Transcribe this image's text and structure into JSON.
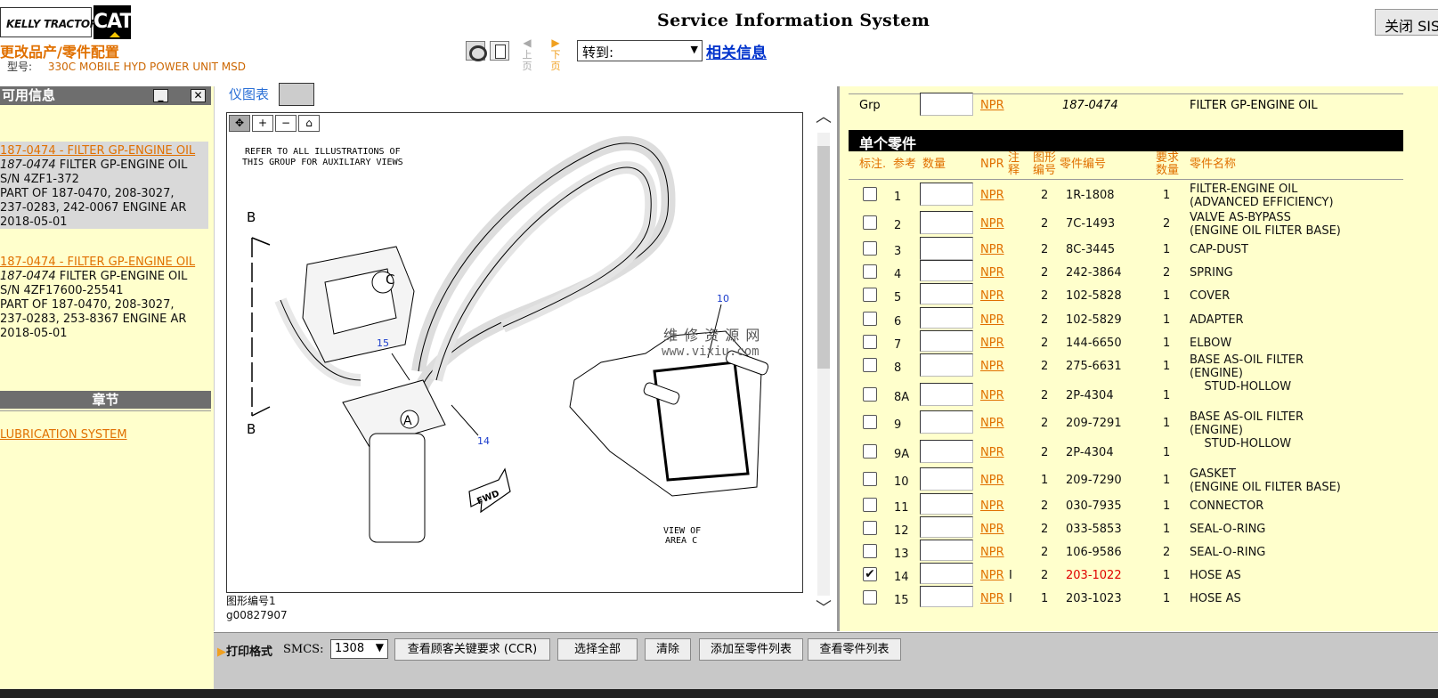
{
  "header": {
    "brand_left": "KELLY TRACTOR",
    "brand_right": "CAT",
    "title": "Service Information System",
    "close_button": "关闭 SIS",
    "subtitle": "更改品产/零件配置",
    "model_label": "型号:",
    "model_value": "330C MOBILE HYD POWER UNIT MSD",
    "nav_prev": [
      "◀",
      "上",
      "页"
    ],
    "nav_next": [
      "▶",
      "下",
      "页"
    ],
    "goto_value": "转到:",
    "related_link": "相关信息"
  },
  "left": {
    "header": "可用信息",
    "min_btn": "_",
    "close_btn": "✕",
    "entries": [
      {
        "link": "187-0474 - FILTER GP-ENGINE OIL",
        "part_italic": "187-0474",
        "part_rest": " FILTER GP-ENGINE OIL",
        "sn": "S/N 4ZF1-372",
        "line3": "PART OF 187-0470, 208-3027,",
        "line4": "237-0283, 242-0067 ENGINE AR",
        "date": "2018-05-01"
      },
      {
        "link": "187-0474 - FILTER GP-ENGINE OIL",
        "part_italic": "187-0474",
        "part_rest": " FILTER GP-ENGINE OIL",
        "sn": "S/N 4ZF17600-25541",
        "line3": "PART OF 187-0470, 208-3027,",
        "line4": "237-0283, 253-8367 ENGINE AR",
        "date": "2018-05-01"
      }
    ],
    "chapter_header": "章节",
    "chapter_link": "LUBRICATION SYSTEM"
  },
  "center": {
    "illus_tab": "仪图表",
    "tools": [
      "✥",
      "+",
      "−",
      "⌂"
    ],
    "drawing": {
      "note_line1": "REFER TO ALL ILLUSTRATIONS OF",
      "note_line2": "THIS GROUP FOR AUXILIARY VIEWS",
      "callout_10": "10",
      "callout_15": "15",
      "callout_14": "14",
      "label_a": "A",
      "label_b_top": "B",
      "label_b_bottom": "B",
      "label_c": "C",
      "fwd": "FWD",
      "view_line1": "VIEW OF",
      "view_line2": "AREA C",
      "watermark_cn": "维 修 资 源 网",
      "watermark_url": "www.vixiu.com"
    },
    "illus_number_label": "图形编号1",
    "illus_number_value": "g00827907"
  },
  "right": {
    "grp_label": "Grp",
    "grp_npr": "NPR",
    "grp_part": "187-0474",
    "grp_name": "FILTER GP-ENGINE OIL",
    "single_parts": "单个零件",
    "columns": {
      "mark": "标注.",
      "ref": "参考",
      "qty": "数量",
      "npr": "NPR",
      "note": "注释",
      "fig": "图形编号",
      "part_no": "零件编号",
      "req_qty": "要求数量",
      "part_name": "零件名称"
    },
    "rows": [
      {
        "ref": "1",
        "note": "",
        "fig": "2",
        "pn": "1R-1808",
        "rq": "1",
        "name": [
          "FILTER-ENGINE OIL",
          "(ADVANCED EFFICIENCY)"
        ],
        "checked": false,
        "highlight": false
      },
      {
        "ref": "2",
        "note": "",
        "fig": "2",
        "pn": "7C-1493",
        "rq": "2",
        "name": [
          "VALVE AS-BYPASS",
          "(ENGINE OIL FILTER BASE)"
        ],
        "checked": false,
        "highlight": false
      },
      {
        "ref": "3",
        "note": "",
        "fig": "2",
        "pn": "8C-3445",
        "rq": "1",
        "name": [
          "CAP-DUST"
        ],
        "checked": false,
        "highlight": false
      },
      {
        "ref": "4",
        "note": "",
        "fig": "2",
        "pn": "242-3864",
        "rq": "2",
        "name": [
          "SPRING"
        ],
        "checked": false,
        "highlight": false
      },
      {
        "ref": "5",
        "note": "",
        "fig": "2",
        "pn": "102-5828",
        "rq": "1",
        "name": [
          "COVER"
        ],
        "checked": false,
        "highlight": false
      },
      {
        "ref": "6",
        "note": "",
        "fig": "2",
        "pn": "102-5829",
        "rq": "1",
        "name": [
          "ADAPTER"
        ],
        "checked": false,
        "highlight": false
      },
      {
        "ref": "7",
        "note": "",
        "fig": "2",
        "pn": "144-6650",
        "rq": "1",
        "name": [
          "ELBOW"
        ],
        "checked": false,
        "highlight": false
      },
      {
        "ref": "8",
        "note": "",
        "fig": "2",
        "pn": "275-6631",
        "rq": "1",
        "name": [
          "BASE AS-OIL FILTER",
          "(ENGINE)",
          "    STUD-HOLLOW"
        ],
        "checked": false,
        "highlight": false
      },
      {
        "ref": "8A",
        "note": "",
        "fig": "2",
        "pn": "2P-4304",
        "rq": "1",
        "name": [],
        "checked": false,
        "highlight": false
      },
      {
        "ref": "9",
        "note": "",
        "fig": "2",
        "pn": "209-7291",
        "rq": "1",
        "name": [
          "BASE AS-OIL FILTER",
          "(ENGINE)",
          "    STUD-HOLLOW"
        ],
        "checked": false,
        "highlight": false
      },
      {
        "ref": "9A",
        "note": "",
        "fig": "2",
        "pn": "2P-4304",
        "rq": "1",
        "name": [],
        "checked": false,
        "highlight": false
      },
      {
        "ref": "10",
        "note": "",
        "fig": "1",
        "pn": "209-7290",
        "rq": "1",
        "name": [
          "GASKET",
          "(ENGINE OIL FILTER BASE)"
        ],
        "checked": false,
        "highlight": false
      },
      {
        "ref": "11",
        "note": "",
        "fig": "2",
        "pn": "030-7935",
        "rq": "1",
        "name": [
          "CONNECTOR"
        ],
        "checked": false,
        "highlight": false
      },
      {
        "ref": "12",
        "note": "",
        "fig": "2",
        "pn": "033-5853",
        "rq": "1",
        "name": [
          "SEAL-O-RING"
        ],
        "checked": false,
        "highlight": false
      },
      {
        "ref": "13",
        "note": "",
        "fig": "2",
        "pn": "106-9586",
        "rq": "2",
        "name": [
          "SEAL-O-RING"
        ],
        "checked": false,
        "highlight": false
      },
      {
        "ref": "14",
        "note": "I",
        "fig": "2",
        "pn": "203-1022",
        "rq": "1",
        "name": [
          "HOSE AS"
        ],
        "checked": true,
        "highlight": true
      },
      {
        "ref": "15",
        "note": "I",
        "fig": "1",
        "pn": "203-1023",
        "rq": "1",
        "name": [
          "HOSE AS"
        ],
        "checked": false,
        "highlight": false
      }
    ]
  },
  "bottom": {
    "print_format": "打印格式",
    "smcs_label": "SMCS:",
    "smcs_value": "1308",
    "btn_ccr": "查看顾客关键要求 (CCR)",
    "btn_select_all": "选择全部",
    "btn_clear": "清除",
    "btn_add": "添加至零件列表",
    "btn_view": "查看零件列表"
  },
  "colors": {
    "accent_orange": "#e07000",
    "link_blue": "#0033cc",
    "panel_yellow": "#ffffcc",
    "header_gray": "#6e6e6e",
    "highlight_red": "#e00000"
  }
}
